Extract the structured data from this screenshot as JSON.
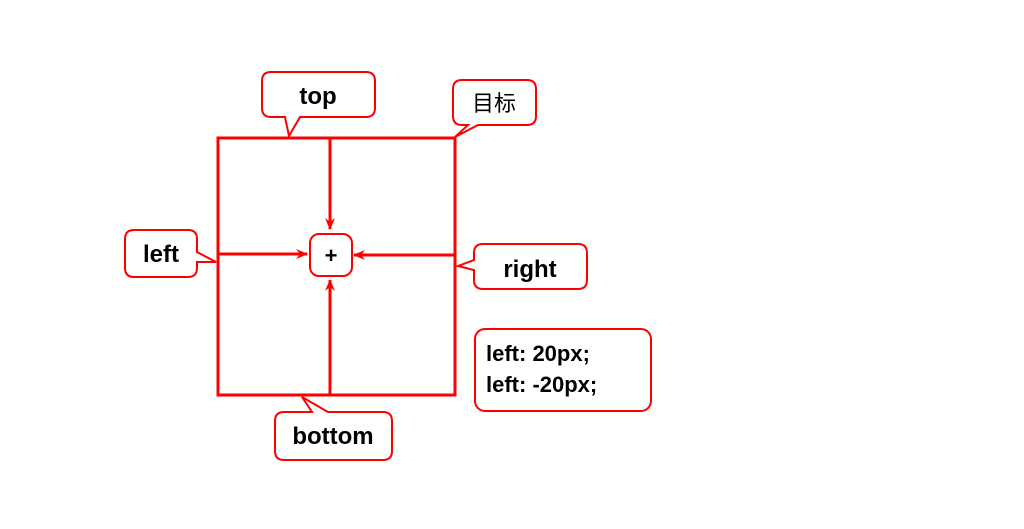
{
  "colors": {
    "stroke": "#ff0000",
    "fill": "#ffffff",
    "text": "#000000"
  },
  "labels": {
    "top": "top",
    "target": "目标",
    "left": "left",
    "right": "right",
    "bottom": "bottom",
    "center": "+"
  },
  "code": {
    "line1": "left: 20px;",
    "line2": "left: -20px;"
  }
}
